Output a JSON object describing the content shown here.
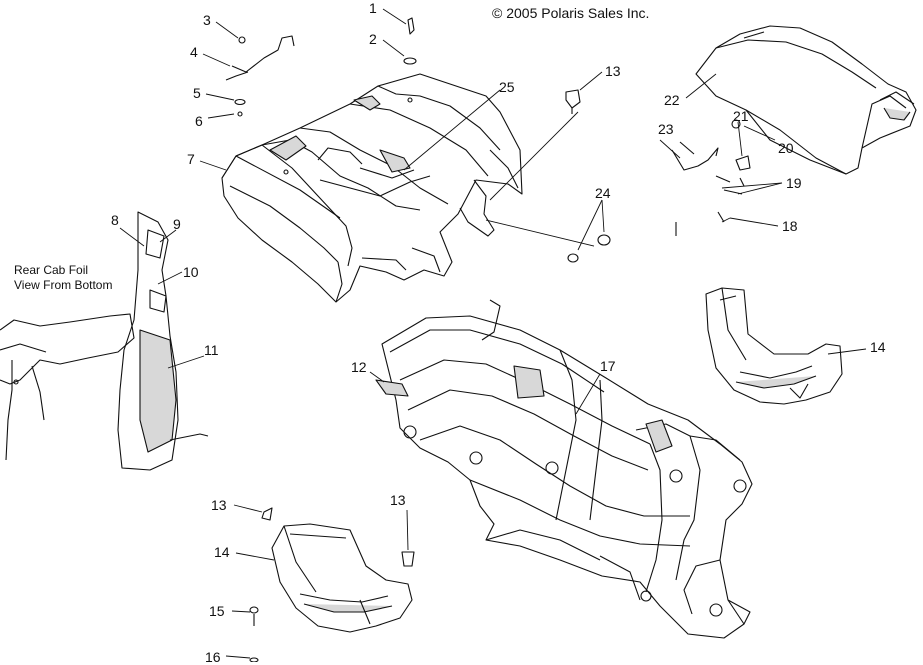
{
  "copyright": "© 2005 Polaris Sales Inc.",
  "inset_caption": [
    "Rear Cab Foil",
    "View From Bottom"
  ],
  "callouts": [
    "1",
    "2",
    "3",
    "4",
    "5",
    "6",
    "7",
    "8",
    "9",
    "10",
    "11",
    "12",
    "13",
    "13",
    "13",
    "14",
    "14",
    "15",
    "16",
    "17",
    "18",
    "19",
    "20",
    "21",
    "22",
    "23",
    "24",
    "25"
  ],
  "colors": {
    "line": "#111111",
    "paper": "#ffffff",
    "shade": "#d8d8d8"
  }
}
